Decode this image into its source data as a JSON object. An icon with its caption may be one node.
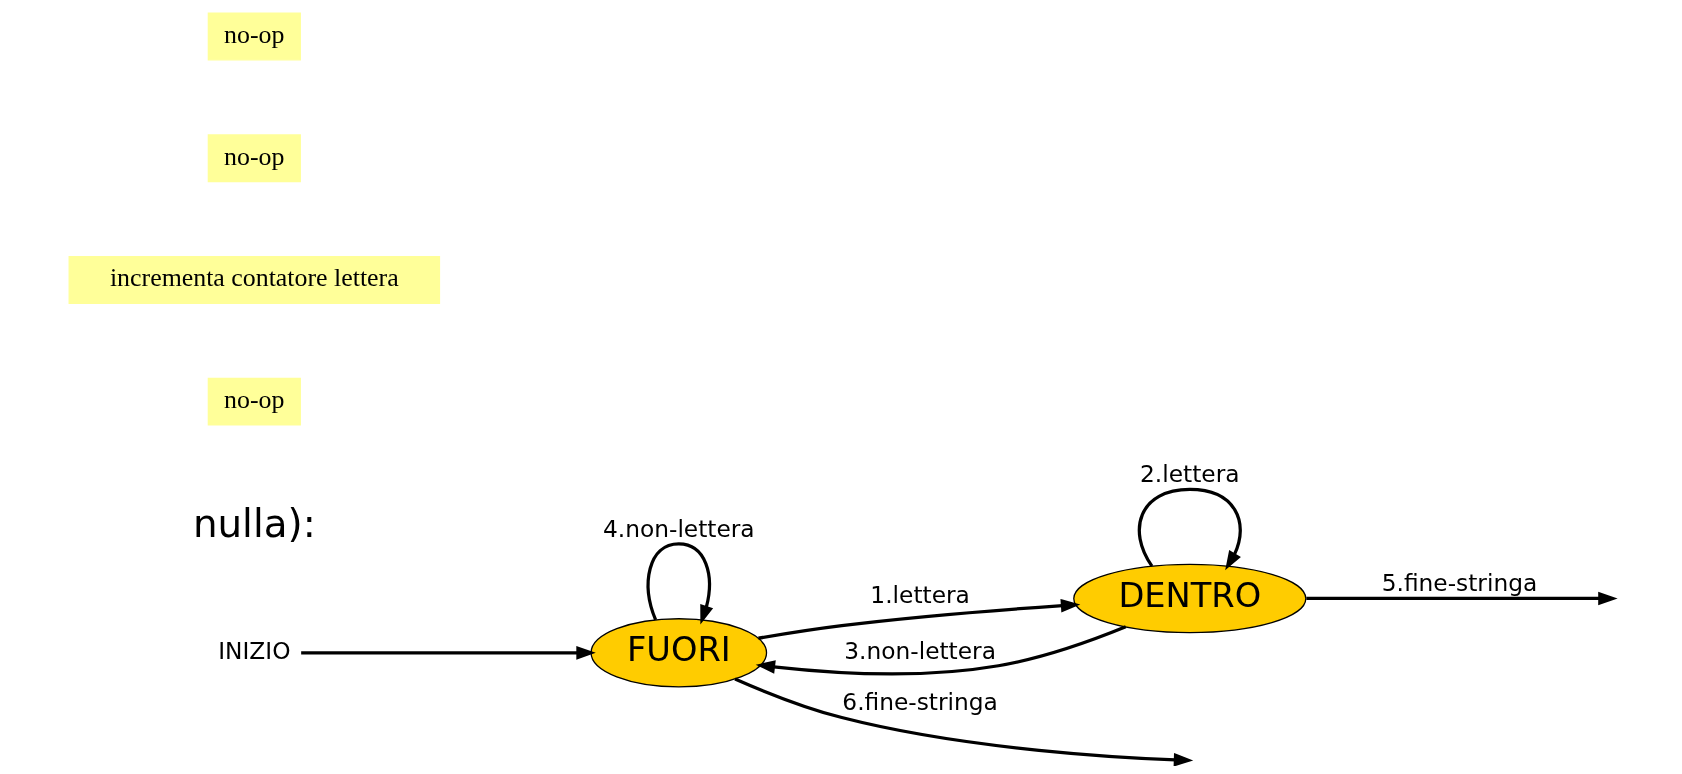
{
  "diagram": {
    "nodes": [
      {
        "text": [
          "FUORI"
        ]
      },
      {
        "text": [
          "DENTRO"
        ]
      },
      {
        "text": [
          "INIZIO"
        ]
      }
    ],
    "edges": [
      {
        "from": 2,
        "to": 0,
        "arrow": "to"
      },
      {
        "from": 0,
        "to": 1,
        "arrow": "to",
        "label": "1.lettera"
      },
      {
        "from": 1,
        "to": 1,
        "arrow": "to",
        "label": "2.lettera"
      },
      {
        "from": 1,
        "to": 0,
        "arrow": "to",
        "label": "3.non-lettera"
      },
      {
        "from": 0,
        "to": 0,
        "arrow": "to",
        "label": "4.non-lettera"
      },
      {
        "from": 1,
        "to": null,
        "arrow": "to",
        "label": "5.fine-stringa"
      },
      {
        "from": 0,
        "to": null,
        "arrow": "to",
        "label": "6.fine-stringa"
      }
    ],
    "labels": [
      "nulla):",
      "no-op",
      "incrementa contatore lettera",
      "no-op",
      "no-op"
    ]
  }
}
